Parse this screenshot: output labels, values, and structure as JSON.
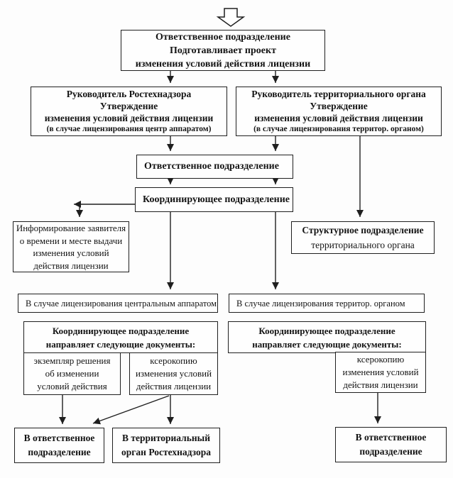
{
  "page": {
    "background_color": "#fdfdfd",
    "ink_color": "#1f1f1f"
  },
  "flowchart": {
    "start_icon": "hollow-down-block-arrow",
    "boxes": {
      "top": {
        "lines": [
          "Ответственное подразделение",
          "Подготавливает проект",
          "изменения условий действия лицензии"
        ]
      },
      "head_left": {
        "lines": [
          "Руководитель Ростехнадзора",
          "Утверждение",
          "изменения условий действия лицензии",
          "(в случае лицензирования центр аппаратом)"
        ]
      },
      "head_right": {
        "lines": [
          "Руководитель территориального органа",
          "Утверждение",
          "изменения условий действия лицензии",
          "(в случае лицензирования территор. органом)"
        ]
      },
      "responsible": {
        "label": "Ответственное подразделение"
      },
      "coordinating": {
        "label": "Координирующее подразделение"
      },
      "inform": {
        "lines": [
          "Информирование заявителя",
          "о времени и месте выдачи",
          "изменения условий",
          "действия лицензии"
        ]
      },
      "structural": {
        "lines": [
          "Структурное подразделение",
          "территориального органа"
        ]
      },
      "case_central": {
        "label": "В случае лицензирования центральным аппаратом"
      },
      "case_territorial": {
        "label": "В случае лицензирования территор. органом"
      },
      "docs_left": {
        "lines": [
          "Координирующее подразделение",
          "направляет следующие документы:"
        ]
      },
      "docs_right": {
        "lines": [
          "Координирующее подразделение",
          "направляет следующие документы:"
        ]
      },
      "doc_decision_left": {
        "lines": [
          "экземпляр решения",
          "об изменении",
          "условий действия"
        ]
      },
      "doc_copy_left": {
        "lines": [
          "ксерокопию",
          "изменения условий",
          "действия лицензии"
        ]
      },
      "doc_copy_right": {
        "lines": [
          "ксерокопию",
          "изменения условий",
          "действия лицензии"
        ]
      },
      "to_responsible_left": {
        "lines": [
          "В ответственное",
          "подразделение"
        ]
      },
      "to_territorial": {
        "lines": [
          "В территориальный",
          "орган Ростехнадзора"
        ]
      },
      "to_responsible_right": {
        "lines": [
          "В ответственное",
          "подразделение"
        ]
      }
    }
  }
}
